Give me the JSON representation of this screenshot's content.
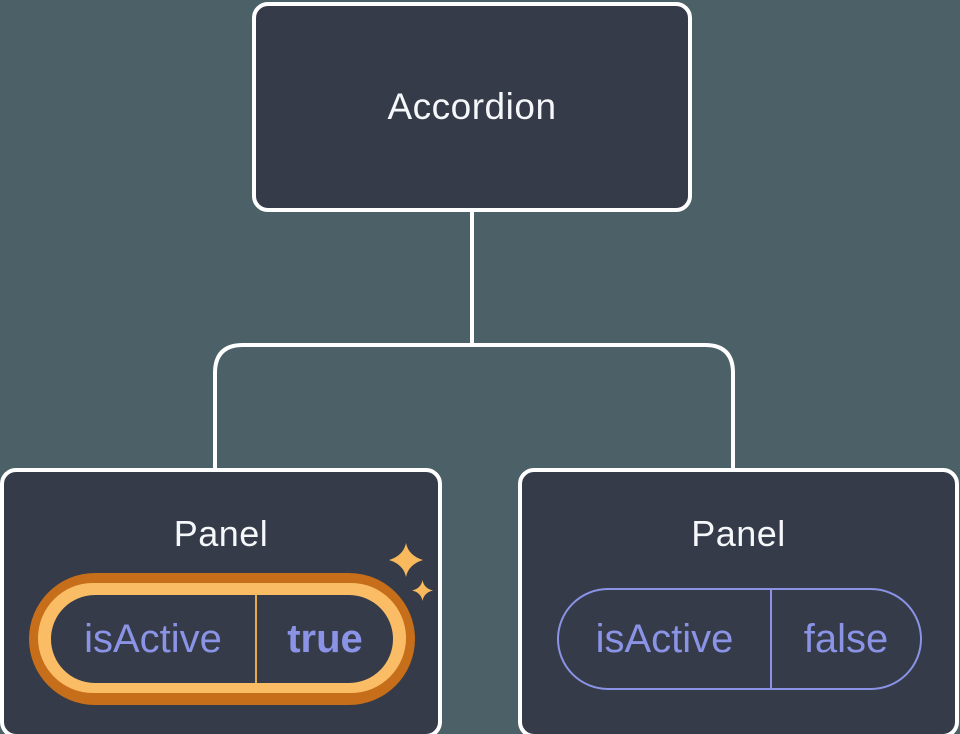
{
  "diagram": {
    "root": {
      "label": "Accordion"
    },
    "panels": [
      {
        "label": "Panel",
        "state_key": "isActive",
        "state_value": "true",
        "highlighted": true
      },
      {
        "label": "Panel",
        "state_key": "isActive",
        "state_value": "false",
        "highlighted": false
      }
    ]
  },
  "icons": {
    "sparkles": "four-point-sparkles"
  },
  "colors": {
    "background": "#4C6067",
    "node-fill": "#353B48",
    "node-border": "#FFFFFF",
    "connector": "#FFFFFF",
    "title-text": "#F5F7FA",
    "state-text": "#8A93E6",
    "ring-outer": "#C66E19",
    "ring-inner": "#FABD66",
    "divider-active": "#E9A94F",
    "sparkle": "#F9BA5E"
  }
}
